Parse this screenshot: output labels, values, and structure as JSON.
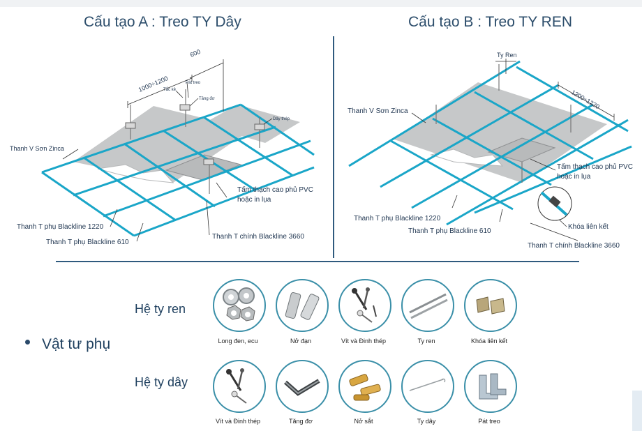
{
  "titles": {
    "a": "Cấu tạo A : Treo TY Dây",
    "b": "Cấu tạo B : Treo TY REN"
  },
  "diagram_a": {
    "dims": [
      "1000÷1200",
      "600"
    ],
    "labels": {
      "tac_ke": "Tắc kê",
      "pat_treo": "Pát treo",
      "tang_do": "Tăng đơ",
      "day_thep": "Dây thép",
      "thanh_v": "Thanh V Sơn Zinca",
      "tam_thach_cao_1": "Tấm thạch cao phủ PVC",
      "tam_thach_cao_2": "hoặc in lụa",
      "thanh_t_phu_1220": "Thanh T phụ Blackline 1220",
      "thanh_t_phu_610": "Thanh T phụ Blackline 610",
      "thanh_t_chinh": "Thanh T chính Blackline 3660"
    }
  },
  "diagram_b": {
    "dims": [
      "1200÷1220"
    ],
    "labels": {
      "ty_ren": "Ty Ren",
      "thanh_v": "Thanh V Sơn Zinca",
      "tam_thach_cao_1": "Tấm thạch cao phủ PVC",
      "tam_thach_cao_2": "hoặc in lụa",
      "thanh_t_phu_1220": "Thanh T phụ Blackline 1220",
      "thanh_t_phu_610": "Thanh T phụ Blackline 610",
      "khoa_lien_ket": "Khóa liên kết",
      "thanh_t_chinh": "Thanh T chính Blackline 3660"
    }
  },
  "accessories": {
    "heading": "Vật tư phụ",
    "row1_label": "Hệ ty ren",
    "row2_label": "Hệ ty dây",
    "row1": [
      {
        "name": "Long đen, ecu",
        "icon": "washer-nut-icon"
      },
      {
        "name": "Nở đạn",
        "icon": "anchor-bolt-icon"
      },
      {
        "name": "Vít và Đinh thép",
        "icon": "screws-icon"
      },
      {
        "name": "Ty ren",
        "icon": "threaded-rod-icon"
      },
      {
        "name": "Khóa liên kết",
        "icon": "connector-clip-icon"
      }
    ],
    "row2": [
      {
        "name": "Vít và Đinh thép",
        "icon": "screws-icon"
      },
      {
        "name": "Tăng đơ",
        "icon": "turnbuckle-icon"
      },
      {
        "name": "Nở sắt",
        "icon": "steel-anchor-icon"
      },
      {
        "name": "Ty dây",
        "icon": "wire-hanger-icon"
      },
      {
        "name": "Pát treo",
        "icon": "bracket-icon"
      }
    ]
  },
  "colors": {
    "grid": "#1aa6c8",
    "panel": "#c5c7c8",
    "circle_border": "#3a8fa8",
    "text": "#1f3550"
  }
}
